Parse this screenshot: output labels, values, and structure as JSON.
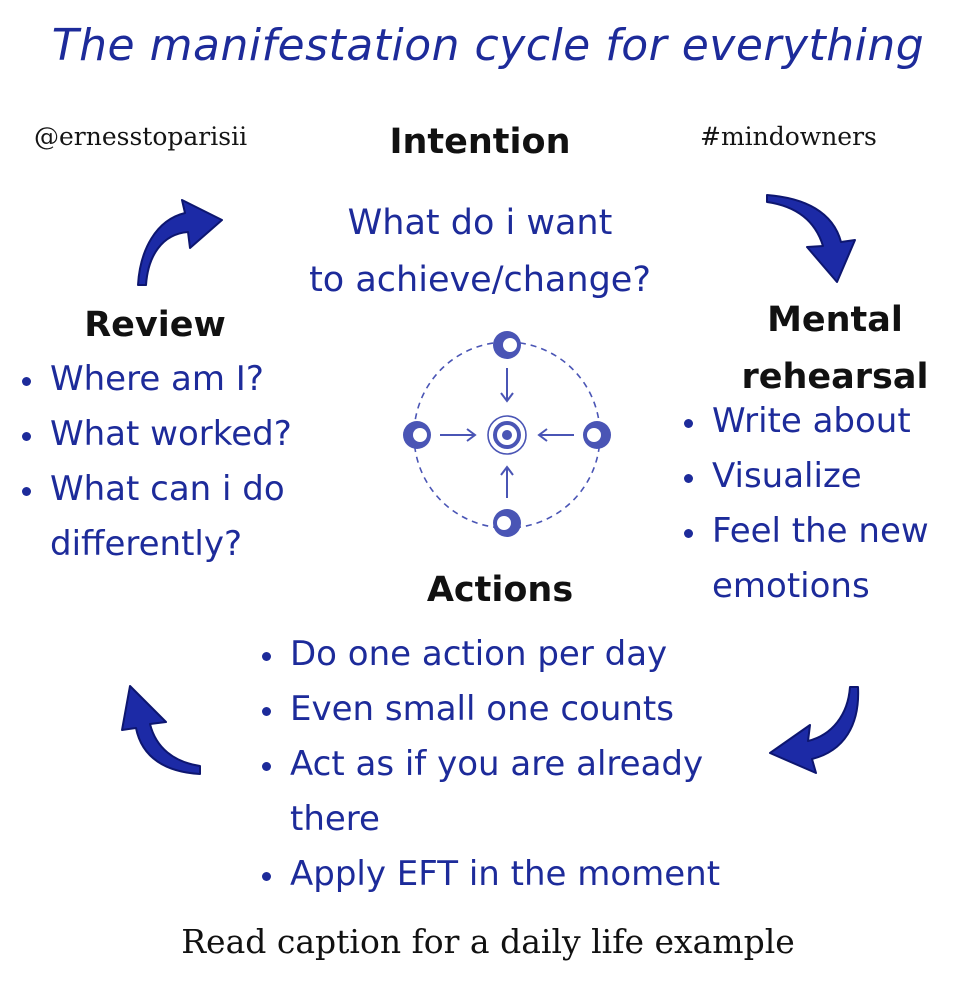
{
  "title": "The manifestation cycle for everything",
  "author_handle": "@ernesstoparisii",
  "hashtag": "#mindowners",
  "intention": {
    "heading": "Intention",
    "question_lines": [
      "What do i want",
      "to achieve/change?"
    ]
  },
  "mental_rehearsal": {
    "heading_lines": [
      "Mental",
      "rehearsal"
    ],
    "items": [
      "Write about",
      "Visualize",
      "Feel the new emotions"
    ]
  },
  "actions": {
    "heading": "Actions",
    "items": [
      "Do one action per day",
      "Even small one counts",
      "Act as if you are already there",
      "Apply EFT in the moment"
    ]
  },
  "review": {
    "heading": "Review",
    "items": [
      "Where am I?",
      "What worked?",
      "What can i do differently?"
    ]
  },
  "caption": "Read caption for a daily life example",
  "colors": {
    "accent": "#1d2b9a",
    "arrow_fill": "#1c2aa6",
    "icon": "#4a55b5",
    "text_dark": "#111111"
  },
  "icons": [
    "curved-arrow-icon",
    "converge-cycle-icon"
  ]
}
